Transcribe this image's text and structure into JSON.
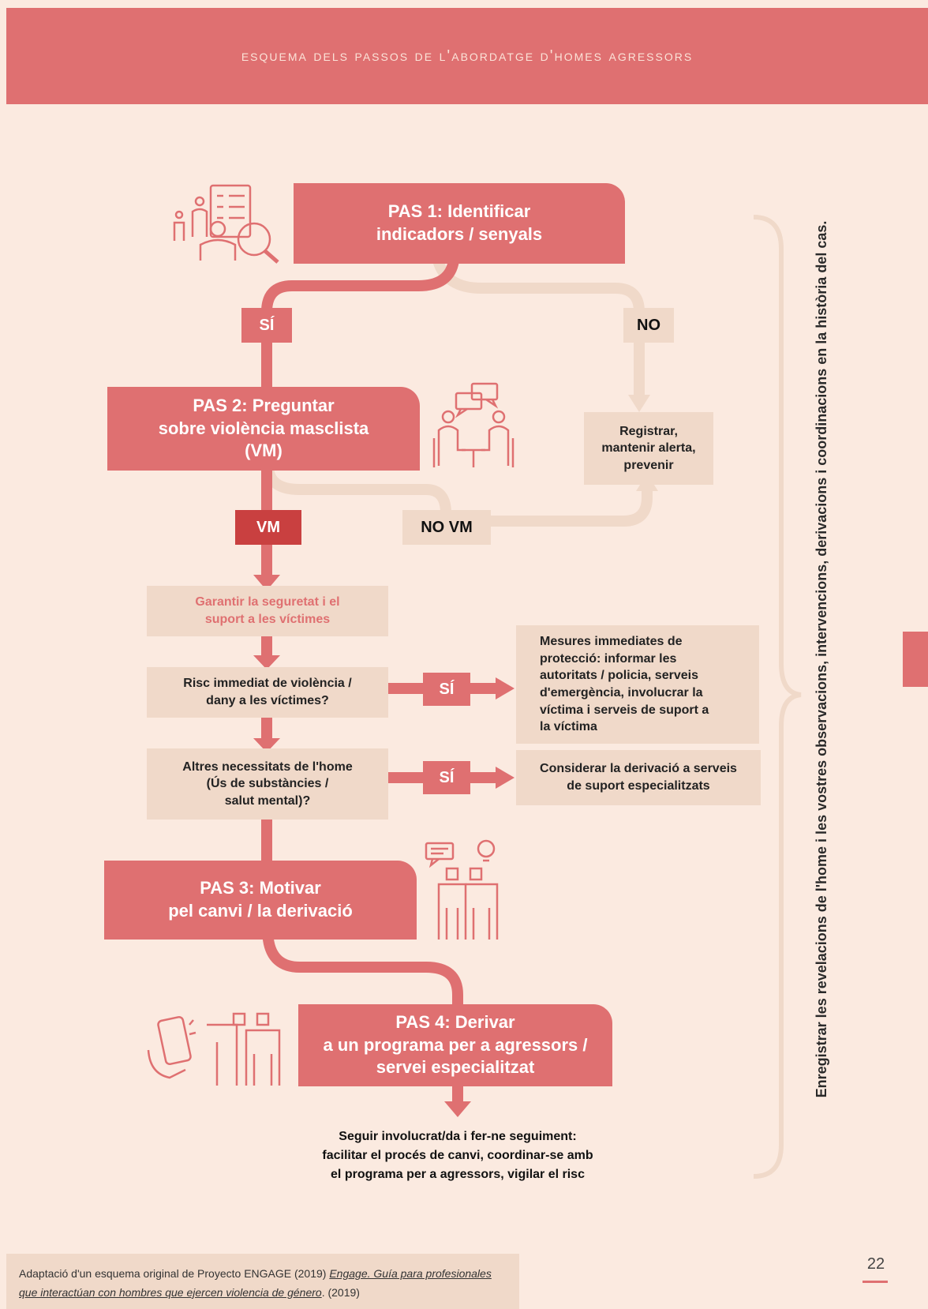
{
  "header": {
    "title": "Esquema dels passos de l'abordatge d'homes agressors"
  },
  "steps": {
    "pas1": "PAS 1: Identificar\nindicadors / senyals",
    "pas2": "PAS 2: Preguntar\nsobre violència masclista\n(VM)",
    "pas3": "PAS 3: Motivar\npel canvi / la derivació",
    "pas4": "PAS 4: Derivar\na un programa per a agressors /\nservei especialitzat"
  },
  "labels": {
    "si_1": "SÍ",
    "no_1": "NO",
    "vm": "VM",
    "no_vm": "NO VM",
    "si_2": "SÍ",
    "si_3": "SÍ"
  },
  "boxes": {
    "registrar": "Registrar,\nmantenir alerta,\nprevenir",
    "garantir": "Garantir la seguretat i el\nsuport a les víctimes",
    "risc": "Risc immediat de violència /\ndany a les víctimes?",
    "mesures": "Mesures immediates de\nprotecció: informar les\nautoritats / policia, serveis\nd'emergència, involucrar la\nvíctima i serveis de suport a\nla víctima",
    "altres": "Altres necessitats de l'home\n(Ús de substàncies /\nsalut mental)?",
    "considerar": "Considerar la derivació a serveis\nde suport especialitzats",
    "seguir": "Seguir involucrat/da i fer-ne seguiment:\nfacilitar el procés de canvi, coordinar-se amb\nel programa per a agressors, vigilar el risc"
  },
  "side_text": "Enregistrar les revelacions de l'home i les vostres observacions, intervencions, derivacions i coordinacions en la història del cas.",
  "footnote": {
    "prefix": "Adaptació d'un esquema original de Proyecto ENGAGE (2019) ",
    "title": "Engage. Guía para profesionales que interactúan con hombres que ejercen violencia de género",
    "suffix": ". (2019)"
  },
  "page_number": "22",
  "colors": {
    "accent": "#df7071",
    "dark_accent": "#c94040",
    "light_box": "#f0d9c9",
    "background": "#fbeae0"
  },
  "icons": [
    "identify-person-search-icon",
    "conversation-icon",
    "two-people-talking-icon",
    "phone-referral-icon"
  ]
}
